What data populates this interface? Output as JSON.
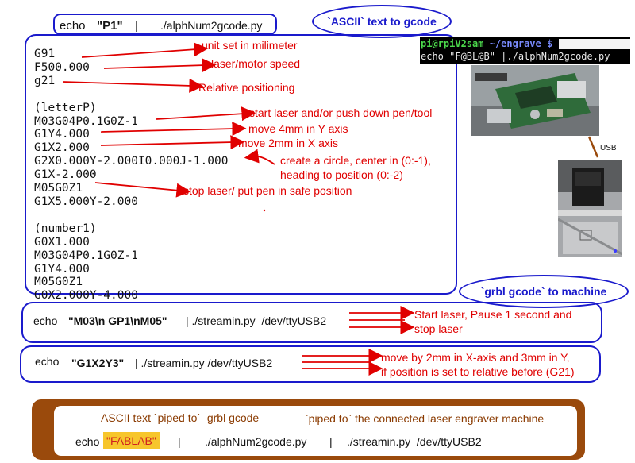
{
  "top_command": {
    "echo": "echo",
    "arg": "\"P1\"",
    "pipe": "|",
    "script": "./alphNum2gcode.py"
  },
  "title_ascii": "`ASCII` text to gcode",
  "gcode_block": [
    "G91",
    "F500.000",
    "g21",
    "",
    "(letterP)",
    "M03G04P0.1G0Z-1",
    "G1Y4.000",
    "G1X2.000",
    "G2X0.000Y-2.000I0.000J-1.000",
    "G1X-2.000",
    "M05G0Z1",
    "G1X5.000Y-2.000",
    "",
    "(number1)",
    "G0X1.000",
    "M03G04P0.1G0Z-1",
    "G1Y4.000",
    "M05G0Z1",
    "G0X2.000Y-4.000"
  ],
  "annotations": {
    "units": "unit set in milimeter",
    "speed": "laser/motor speed",
    "relative": "Relative positioning",
    "start_laser": "start laser and/or push down pen/tool",
    "move_y": "move 4mm in Y axis",
    "move_x": "move 2mm in X axis",
    "circle_1": "create a circle, center in (0:-1),",
    "circle_2": "heading to position (0:-2)",
    "stop_laser": "stop laser/ put pen in safe position"
  },
  "terminal": {
    "user_host": "pi@rpiV2sam",
    "path": "~/engrave",
    "prompt": "$",
    "command": "echo \"F@BL@B\" |./alphNum2gcode.py"
  },
  "usb_label": "USB",
  "grbl_title": "`grbl gcode` to machine",
  "cmd2": {
    "echo": "echo",
    "arg": "\"M03\\n GP1\\nM05\"",
    "rest": "| ./streamin.py  /dev/ttyUSB2",
    "note_1": "Start laser, Pause 1 second and",
    "note_2": "stop laser"
  },
  "cmd3": {
    "echo": "echo",
    "arg": "\"G1X2Y3\"",
    "rest": "| ./streamin.py /dev/ttyUSB2",
    "note_1": "move by 2mm in X-axis and 3mm in Y,",
    "note_2": "if position is set to relative before (G21)"
  },
  "bottom": {
    "label_left": "ASCII text `piped to`  grbl gcode",
    "label_right": "`piped to` the connected laser engraver machine",
    "echo": "echo",
    "arg": "\"FABLAB\"",
    "pipe1": "|",
    "script1": "./alphNum2gcode.py",
    "pipe2": "|",
    "script2": "./streamin.py  /dev/ttyUSB2"
  },
  "colors": {
    "blue": "#1a1acc",
    "red": "#e00000",
    "brown": "#9a4a0c",
    "highlight": "#f7c62c",
    "bottom_text": "#8a3a00"
  }
}
